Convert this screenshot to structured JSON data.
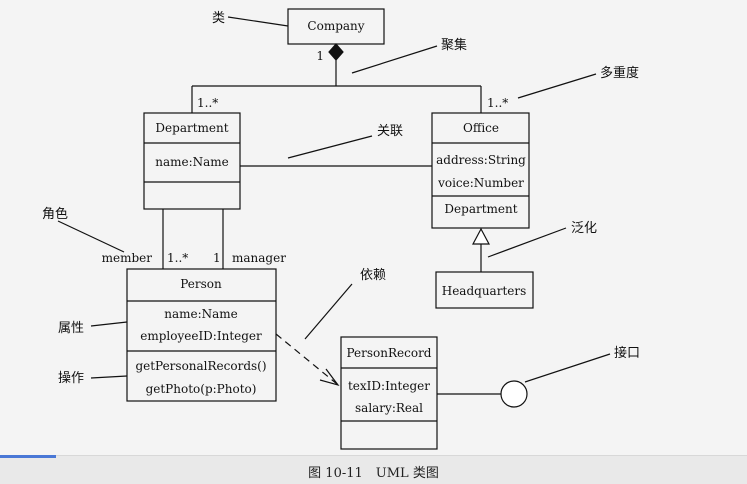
{
  "diagram": {
    "classes": {
      "company": {
        "name": "Company"
      },
      "department": {
        "name": "Department",
        "attributes": [
          "name:Name"
        ]
      },
      "office": {
        "name": "Office",
        "attributes": [
          "address:String",
          "voice:Number"
        ],
        "operations": [
          "Department"
        ]
      },
      "headquarters": {
        "name": "Headquarters"
      },
      "person": {
        "name": "Person",
        "attributes": [
          "name:Name",
          "employeeID:Integer"
        ],
        "operations": [
          "getPersonalRecords()",
          "getPhoto(p:Photo)"
        ]
      },
      "personrecord": {
        "name": "PersonRecord",
        "attributes": [
          "texID:Integer",
          "salary:Real"
        ]
      }
    },
    "multiplicities": {
      "company_end": "1",
      "department_end": "1..*",
      "office_end": "1..*",
      "member_end": "1..*",
      "manager_end": "1"
    },
    "roles": {
      "member": "member",
      "manager": "manager"
    },
    "annotations": {
      "class": "类",
      "aggregation": "聚集",
      "multiplicity": "多重度",
      "association": "关联",
      "role": "角色",
      "generalization": "泛化",
      "dependency": "依赖",
      "attribute": "属性",
      "operation": "操作",
      "interface": "接口"
    }
  },
  "caption": "图 10-11　UML 类图",
  "player": {
    "progress": 0.075
  }
}
